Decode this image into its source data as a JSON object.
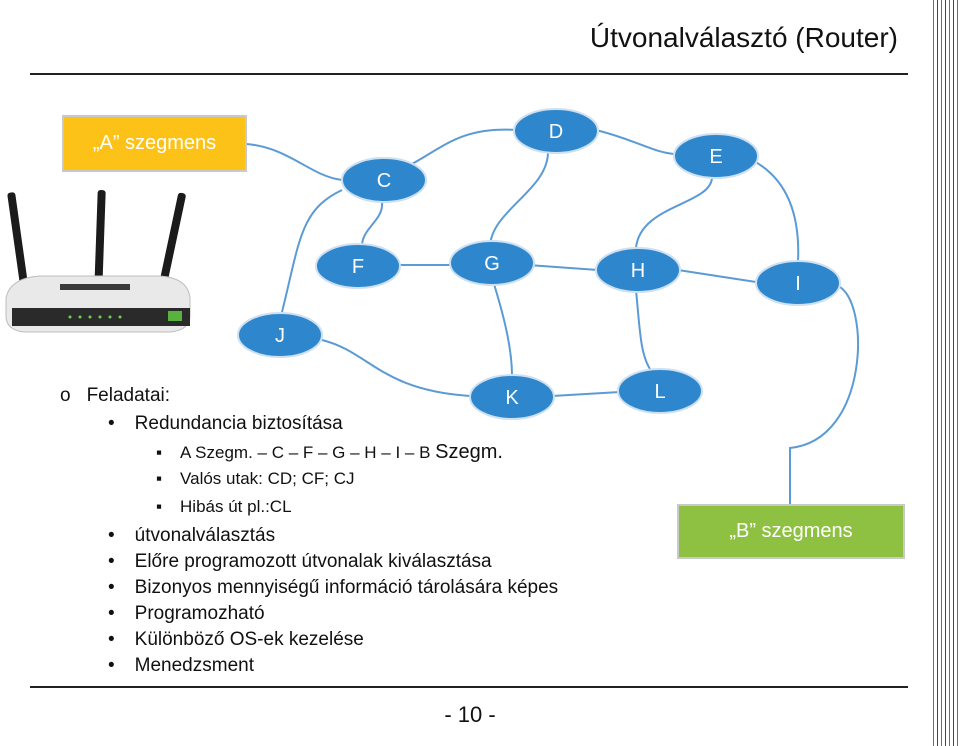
{
  "title": "Útvonalválasztó (Router)",
  "segments": {
    "a_label": "„A” szegmens",
    "b_label": "„B” szegmens"
  },
  "nodes": {
    "C": "C",
    "D": "D",
    "E": "E",
    "F": "F",
    "G": "G",
    "H": "H",
    "I": "I",
    "J": "J",
    "K": "K",
    "L": "L"
  },
  "bullets": {
    "feladatai": "Feladatai:",
    "redundancia": "Redundancia biztosítása",
    "path_prefix": "A Szegm. – C – F – G – H – I – B",
    "path_suffix": "Szegm.",
    "valos": "Valós utak: CD; CF; CJ",
    "hibas": "Hibás út pl.:CL",
    "utvonal": "útvonalválasztás",
    "elore": "Előre programozott útvonalak kiválasztása",
    "bizonyos": "Bizonyos mennyiségű információ tárolására képes",
    "programozhato": "Programozható",
    "kulonbozo": "Különböző OS-ek kezelése",
    "menedzsment": "Menedzsment"
  },
  "markers": {
    "circle": "o",
    "dot": "•",
    "square": "▪"
  },
  "page_number": "- 10 -",
  "colors": {
    "node_fill": "#2e87cd",
    "node_stroke": "#cfe0f1",
    "link": "#5b9bd5",
    "seg_a": "#fdc218",
    "seg_b": "#8ec041"
  },
  "icons": {
    "router": "router-device-icon"
  }
}
